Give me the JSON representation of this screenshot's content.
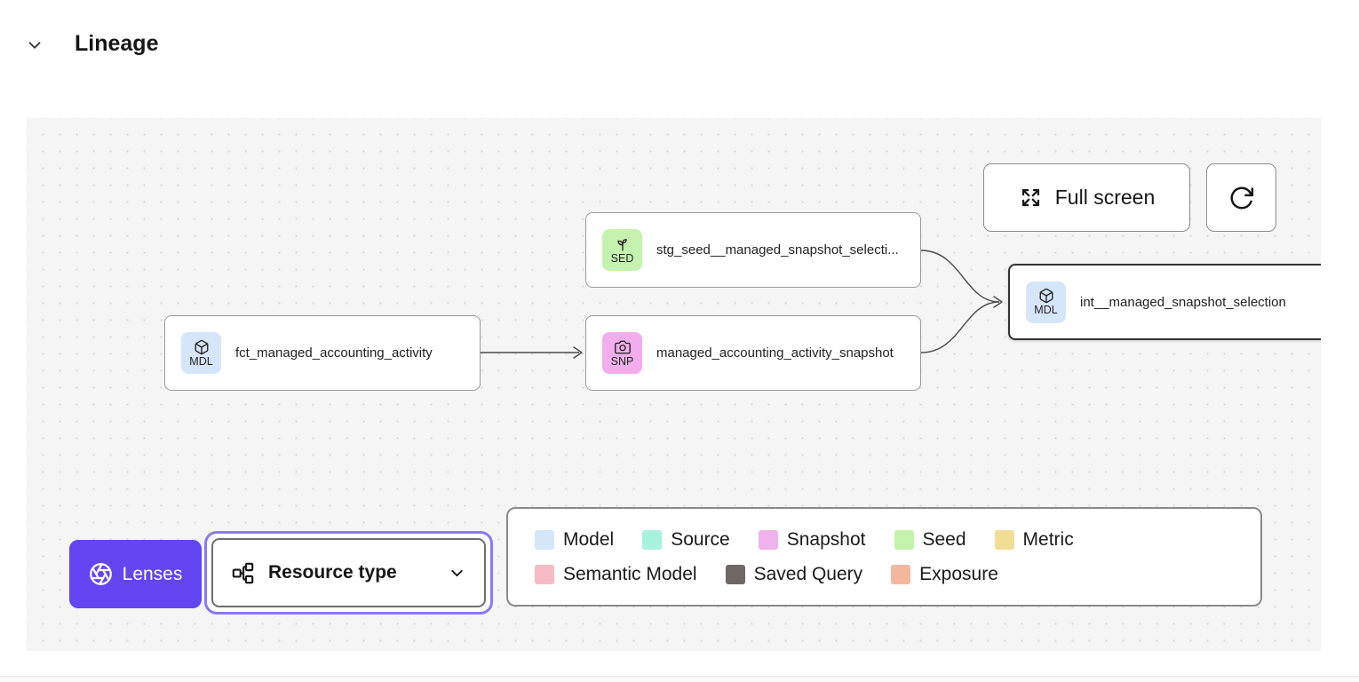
{
  "header": {
    "title": "Lineage"
  },
  "canvas": {
    "toolbar": {
      "full_screen_label": "Full screen",
      "icons": {
        "full_screen": "expand-arrows-icon",
        "refresh": "refresh-icon"
      }
    },
    "nodes": [
      {
        "badge": "SED",
        "badge_color": "#c5f2ae",
        "icon": "seed-icon",
        "label": "stg_seed__managed_snapshot_selecti...",
        "selected": false
      },
      {
        "badge": "MDL",
        "badge_color": "#d6e6fa",
        "icon": "model-cube-icon",
        "label": "fct_managed_accounting_activity",
        "selected": false
      },
      {
        "badge": "SNP",
        "badge_color": "#f2aeec",
        "icon": "snapshot-camera-icon",
        "label": "managed_accounting_activity_snapshot",
        "selected": false
      },
      {
        "badge": "MDL",
        "badge_color": "#d6e6fa",
        "icon": "model-cube-icon",
        "label": "int__managed_snapshot_selection",
        "selected": true
      }
    ],
    "lenses": {
      "label": "Lenses",
      "color": "#6345f1",
      "icon": "aperture-icon"
    },
    "resource_type_dropdown": {
      "label": "Resource type",
      "icon": "hierarchy-icon"
    },
    "legend": {
      "rows": [
        [
          {
            "label": "Model",
            "color": "#d5e5fa"
          },
          {
            "label": "Source",
            "color": "#a7f2dc"
          },
          {
            "label": "Snapshot",
            "color": "#f1b1ec"
          },
          {
            "label": "Seed",
            "color": "#c3f3aa"
          },
          {
            "label": "Metric",
            "color": "#f2dd94"
          }
        ],
        [
          {
            "label": "Semantic Model",
            "color": "#f5bac6"
          },
          {
            "label": "Saved Query",
            "color": "#6e6763"
          },
          {
            "label": "Exposure",
            "color": "#f2b79d"
          }
        ]
      ]
    }
  }
}
